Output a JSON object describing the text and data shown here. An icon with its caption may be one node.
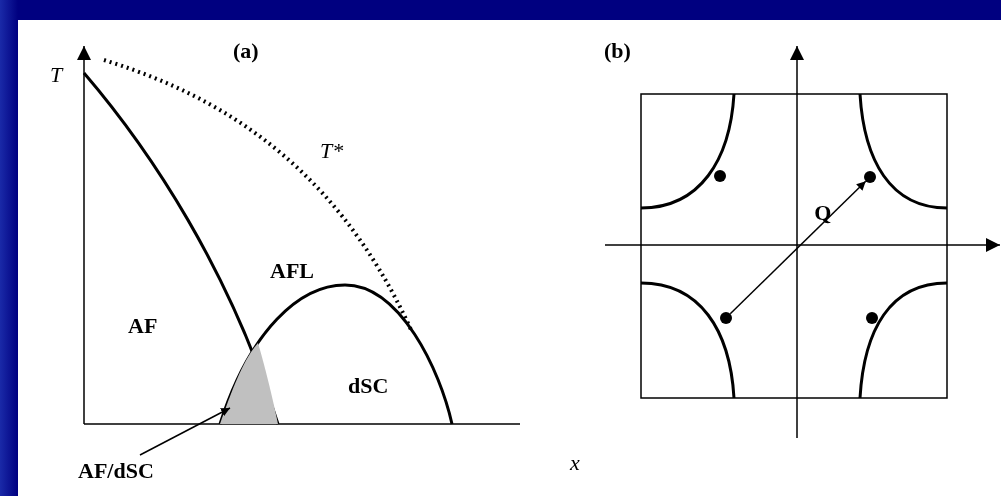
{
  "diagram": {
    "nodes": [
      {
        "text": [
          "AF/dSC"
        ]
      },
      {
        "text": [],
        "shape": "region"
      },
      {
        "text": [],
        "shape": "circle"
      },
      {
        "text": [],
        "shape": "circle"
      },
      {
        "text": [],
        "shape": "circle"
      },
      {
        "text": [],
        "shape": "circle"
      }
    ],
    "edges": [
      {
        "from": 0,
        "to": 1,
        "arrow": "to"
      },
      {
        "from": 4,
        "to": 3,
        "arrow": "to",
        "label": "Q"
      }
    ],
    "labels": [
      "T",
      "(a)",
      "T*",
      "AFL",
      "AF",
      "dSC",
      "x",
      "(b)"
    ]
  }
}
